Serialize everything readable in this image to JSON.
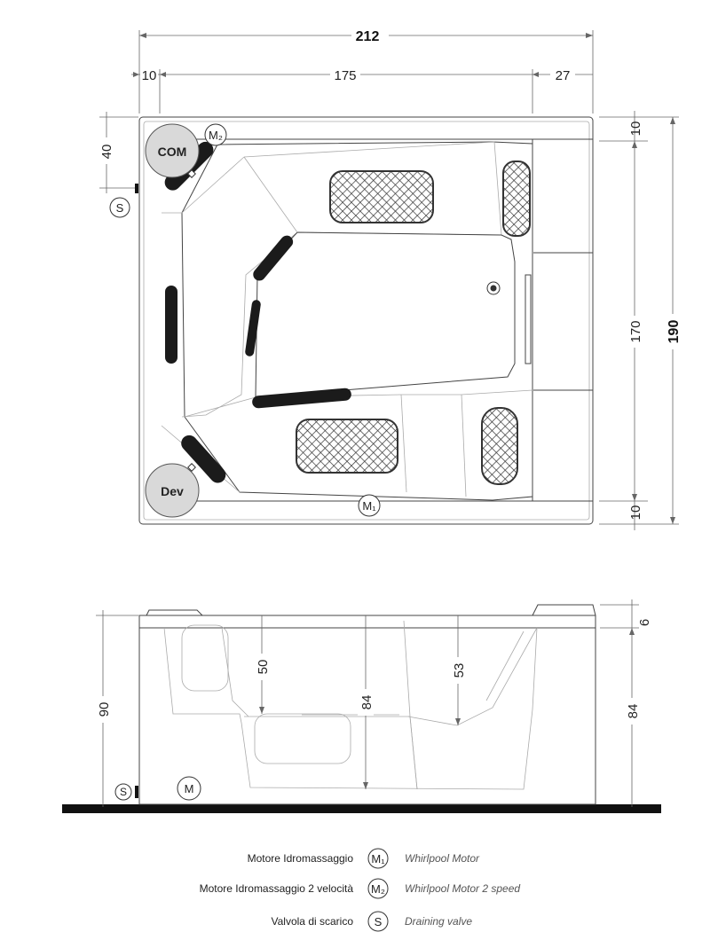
{
  "top_view": {
    "dim_total_width": "212",
    "dim_left": "10",
    "dim_middle": "175",
    "dim_right": "27",
    "dim_total_height": "190",
    "dim_inner_height": "170",
    "dim_top_margin": "10",
    "dim_bottom_margin": "10",
    "dim_left_offset": "40",
    "label_com": "COM",
    "label_dev": "Dev",
    "symbol_m1": "M₁",
    "symbol_m2": "M₂",
    "symbol_s": "S"
  },
  "side_view": {
    "dim_total_height": "90",
    "dim_seat_depth": "50",
    "dim_inner_depth": "84",
    "dim_right_depth": "53",
    "dim_rim": "6",
    "dim_right_height": "84",
    "symbol_s": "S",
    "symbol_m": "M"
  },
  "legend": [
    {
      "label_it": "Motore Idromassaggio",
      "symbol": "M₁",
      "label_en": "Whirlpool Motor"
    },
    {
      "label_it": "Motore Idromassaggio 2 velocità",
      "symbol": "M₂",
      "label_en": "Whirlpool Motor 2 speed"
    },
    {
      "label_it": "Valvola di scarico",
      "symbol": "S",
      "label_en": "Draining valve"
    }
  ]
}
